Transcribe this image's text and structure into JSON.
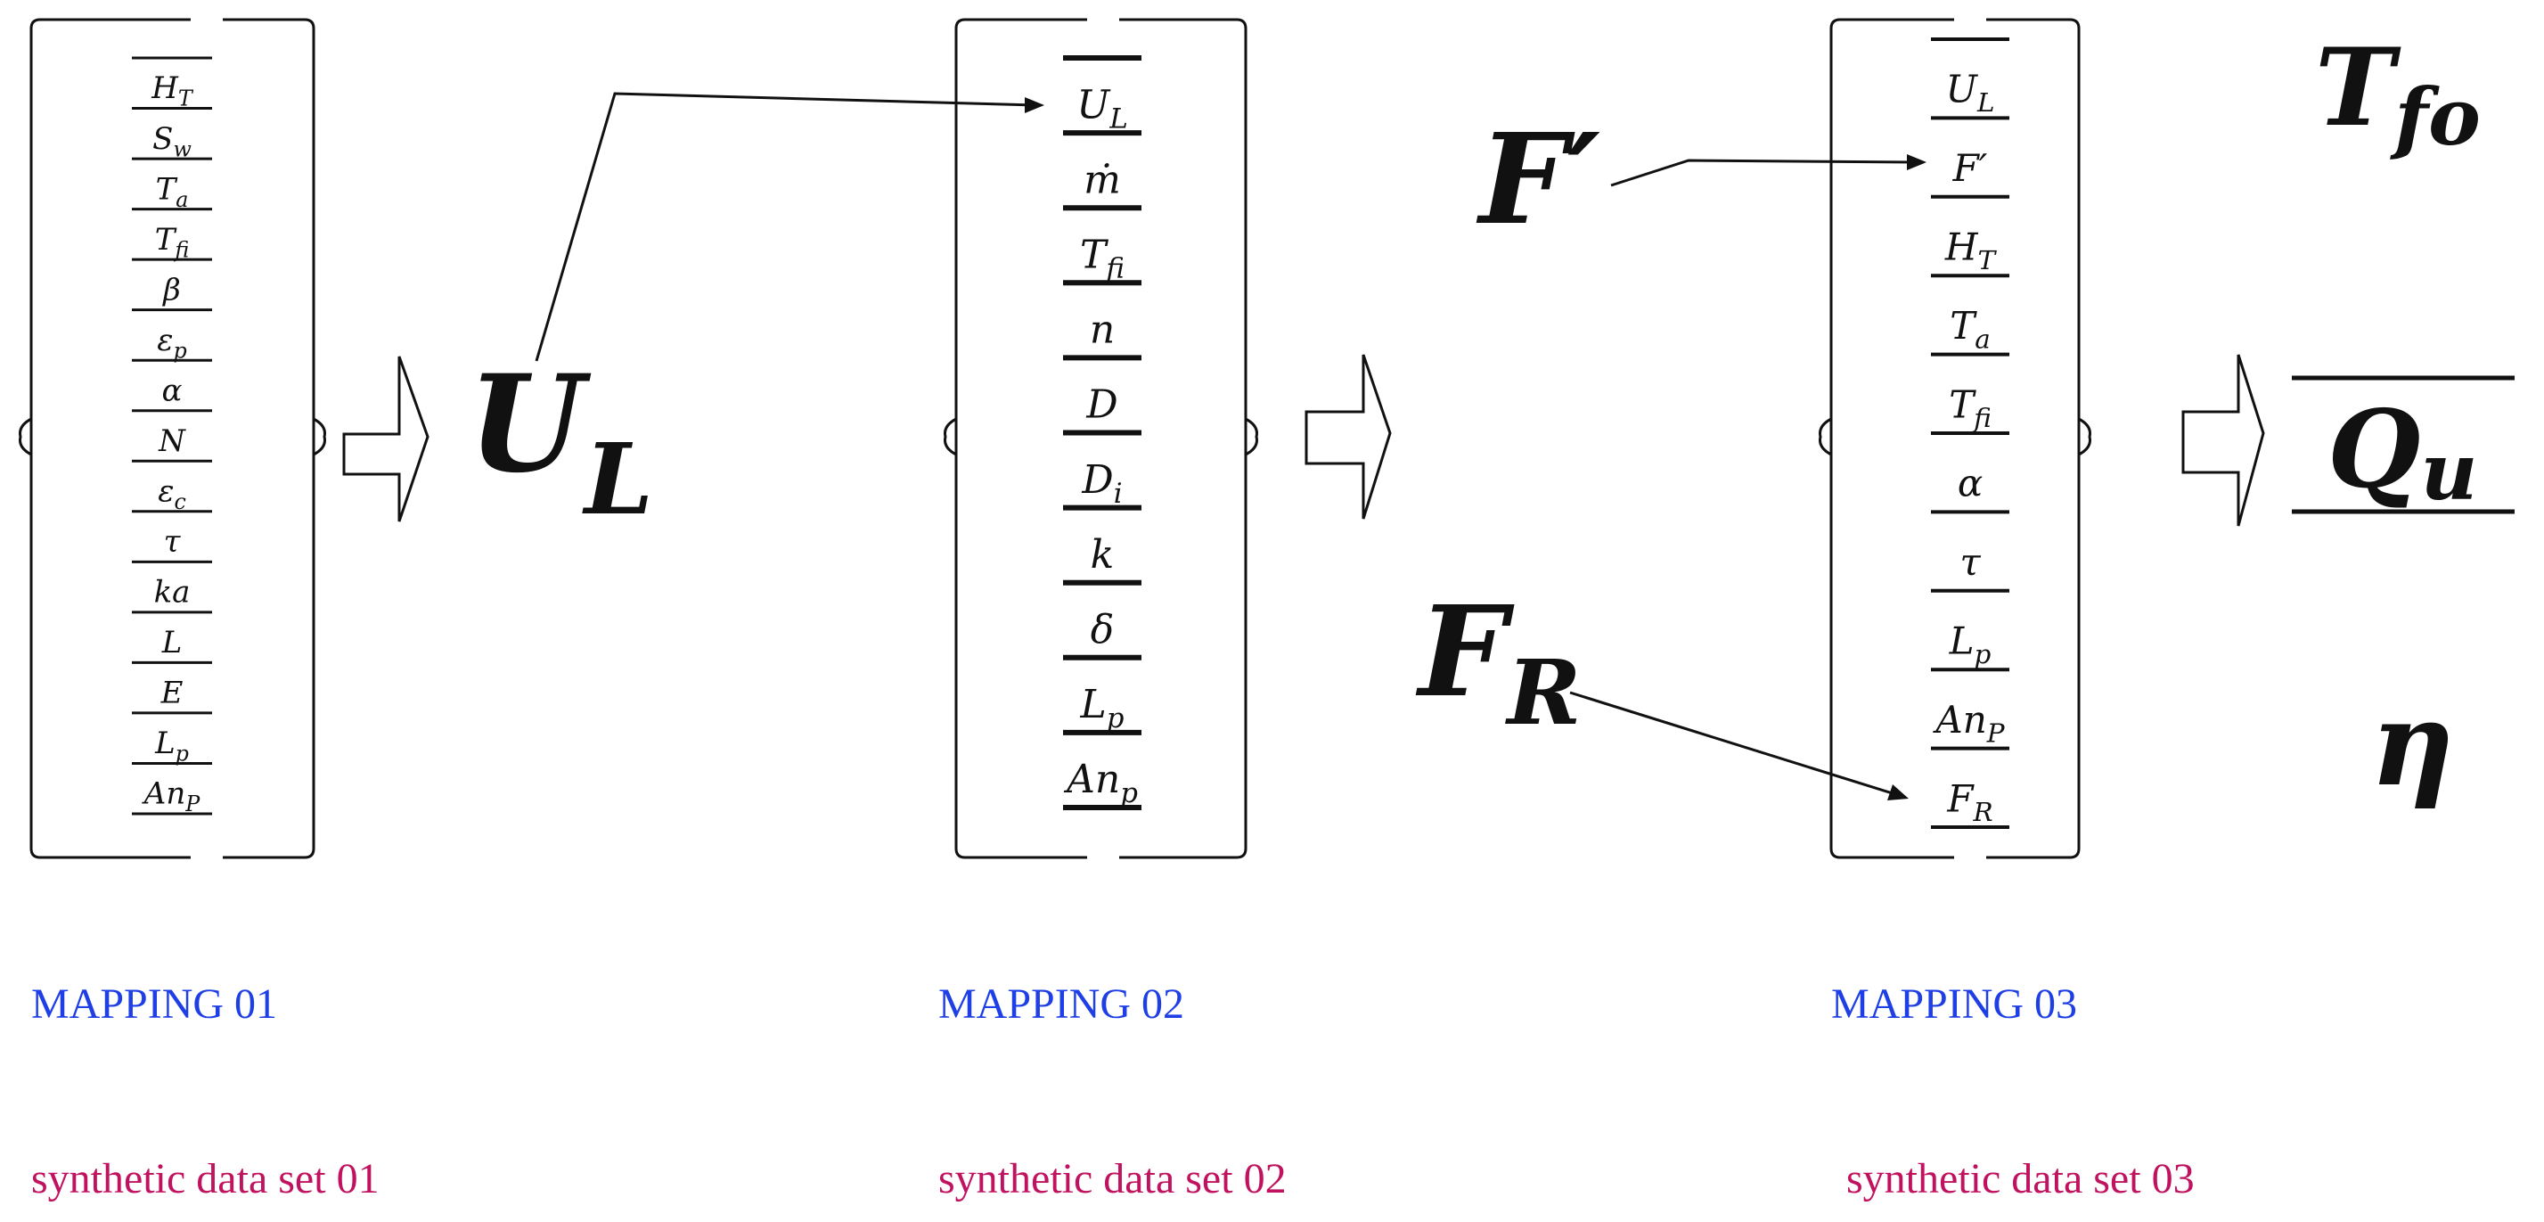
{
  "diagram": {
    "mapping1": {
      "label": "MAPPING 01",
      "dataset": "synthetic data set 01",
      "items": [
        {
          "b": "H",
          "s": "T"
        },
        {
          "b": "S",
          "s": "w"
        },
        {
          "b": "T",
          "s": "a"
        },
        {
          "b": "T",
          "s": "fi"
        },
        {
          "b": "β",
          "s": ""
        },
        {
          "b": "ε",
          "s": "p"
        },
        {
          "b": "α",
          "s": ""
        },
        {
          "b": "N",
          "s": ""
        },
        {
          "b": "ε",
          "s": "c"
        },
        {
          "b": "τ",
          "s": ""
        },
        {
          "b": "ka",
          "s": ""
        },
        {
          "b": "L",
          "s": ""
        },
        {
          "b": "E",
          "s": ""
        },
        {
          "b": "L",
          "s": "p"
        },
        {
          "b": "An",
          "s": "P"
        }
      ]
    },
    "output1": {
      "b": "U",
      "s": "L"
    },
    "mapping2": {
      "label": "MAPPING 02",
      "dataset": "synthetic data set 02",
      "items": [
        {
          "b": "U",
          "s": "L"
        },
        {
          "b": "ṁ",
          "s": ""
        },
        {
          "b": "T",
          "s": "fi"
        },
        {
          "b": "n",
          "s": ""
        },
        {
          "b": "D",
          "s": ""
        },
        {
          "b": "D",
          "s": "i"
        },
        {
          "b": "k",
          "s": ""
        },
        {
          "b": "δ",
          "s": ""
        },
        {
          "b": "L",
          "s": "p"
        },
        {
          "b": "An",
          "s": "p"
        }
      ]
    },
    "output2a": {
      "b": "F′",
      "s": ""
    },
    "output2b": {
      "b": "F",
      "s": "R"
    },
    "mapping3": {
      "label": "MAPPING 03",
      "dataset": "synthetic data set 03",
      "items": [
        {
          "b": "U",
          "s": "L"
        },
        {
          "b": "F′",
          "s": ""
        },
        {
          "b": "H",
          "s": "T"
        },
        {
          "b": "T",
          "s": "a"
        },
        {
          "b": "T",
          "s": "fi"
        },
        {
          "b": "α",
          "s": ""
        },
        {
          "b": "τ",
          "s": ""
        },
        {
          "b": "L",
          "s": "p"
        },
        {
          "b": "An",
          "s": "P"
        },
        {
          "b": "F",
          "s": "R"
        }
      ]
    },
    "outputs_final": [
      {
        "b": "T",
        "s": "fo"
      },
      {
        "b": "Q",
        "s": "u"
      },
      {
        "b": "η",
        "s": ""
      }
    ],
    "colors": {
      "mapping_label": "#1f3fe6",
      "dataset_label": "#c0125e",
      "ink": "#111111"
    }
  }
}
